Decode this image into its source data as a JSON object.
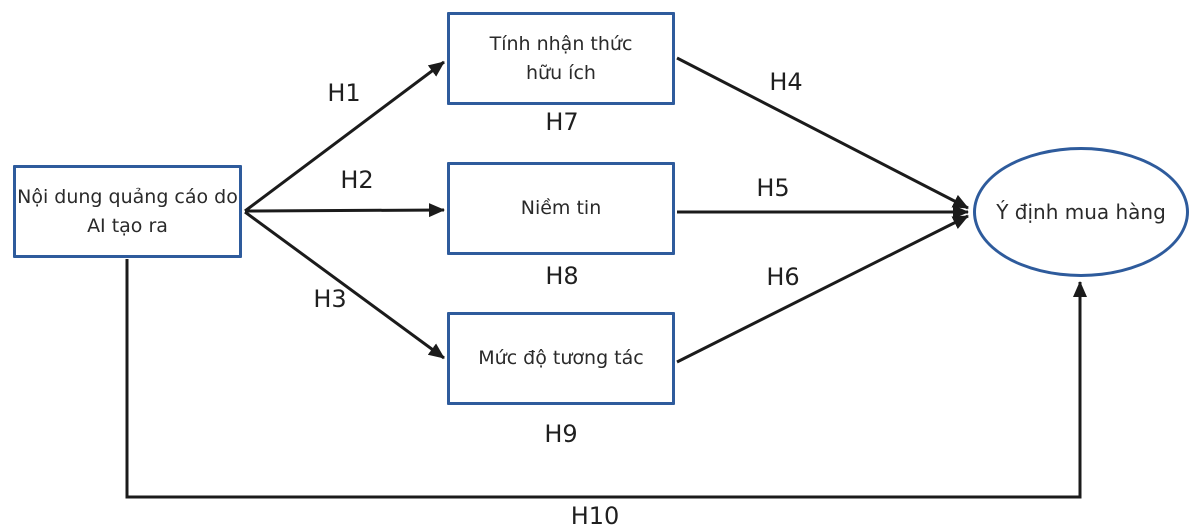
{
  "diagram": {
    "type": "hypothesis-path-model",
    "colors": {
      "node_border": "#2e5b9c",
      "arrow": "#1b1b1b",
      "background": "#ffffff",
      "text": "#222222"
    },
    "nodes": {
      "ai_content": {
        "label": "Nội dung quảng cáo do\nAI tạo ra",
        "shape": "rect"
      },
      "perceived_usefulness": {
        "label": "Tính nhận thức\nhữu ích",
        "shape": "rect"
      },
      "trust": {
        "label": "Niềm tin",
        "shape": "rect"
      },
      "interaction_level": {
        "label": "Mức độ tương tác",
        "shape": "rect"
      },
      "purchase_intention": {
        "label": "Ý định mua hàng",
        "shape": "ellipse"
      }
    },
    "labels": {
      "h1": "H1",
      "h2": "H2",
      "h3": "H3",
      "h4": "H4",
      "h5": "H5",
      "h6": "H6",
      "h7": "H7",
      "h8": "H8",
      "h9": "H9",
      "h10": "H10"
    },
    "edges": [
      {
        "label": "H1",
        "from": "ai_content",
        "to": "perceived_usefulness",
        "style": "straight-arrow"
      },
      {
        "label": "H2",
        "from": "ai_content",
        "to": "trust",
        "style": "straight-arrow"
      },
      {
        "label": "H3",
        "from": "ai_content",
        "to": "interaction_level",
        "style": "straight-arrow"
      },
      {
        "label": "H4",
        "from": "perceived_usefulness",
        "to": "purchase_intention",
        "style": "straight-arrow"
      },
      {
        "label": "H5",
        "from": "trust",
        "to": "purchase_intention",
        "style": "straight-arrow"
      },
      {
        "label": "H6",
        "from": "interaction_level",
        "to": "purchase_intention",
        "style": "straight-arrow"
      },
      {
        "label": "H7",
        "attached_below": "perceived_usefulness"
      },
      {
        "label": "H8",
        "attached_below": "trust"
      },
      {
        "label": "H9",
        "attached_below": "interaction_level"
      },
      {
        "label": "H10",
        "from": "ai_content",
        "to": "purchase_intention",
        "style": "elbow-arrow-bottom"
      }
    ]
  }
}
